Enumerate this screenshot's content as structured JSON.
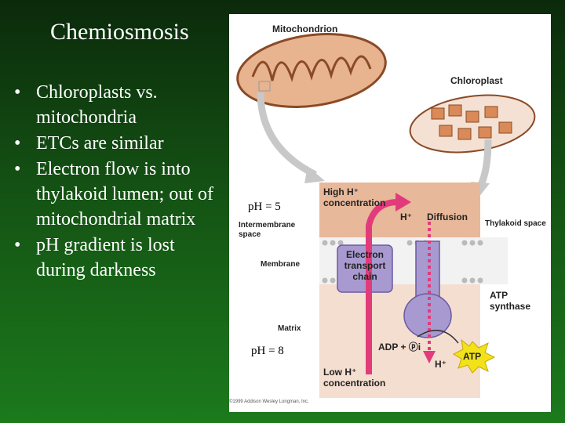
{
  "title": "Chemiosmosis",
  "bullets": [
    "Chloroplasts vs. mitochondria",
    "ETCs are similar",
    "Electron flow is into thylakoid lumen; out of mitochondrial matrix",
    "pH gradient is lost during darkness"
  ],
  "figure": {
    "mitochondrion": "Mitochondrion",
    "chloroplast": "Chloroplast",
    "high_h": "High H⁺ concentration",
    "h_plus": "H⁺",
    "diffusion": "Diffusion",
    "intermembrane": "Intermembrane space",
    "thylakoid": "Thylakoid space",
    "membrane": "Membrane",
    "etc": "Electron transport chain",
    "atp_synthase": "ATP synthase",
    "matrix": "Matrix",
    "adp": "ADP + ⓟi",
    "atp": "ATP",
    "h_plus_bottom": "H⁺",
    "low_h": "Low H⁺ concentration",
    "ph_top": "pH = 5",
    "ph_bottom": "pH = 8",
    "copyright": "©1999 Addison Wesley Longman, Inc."
  }
}
